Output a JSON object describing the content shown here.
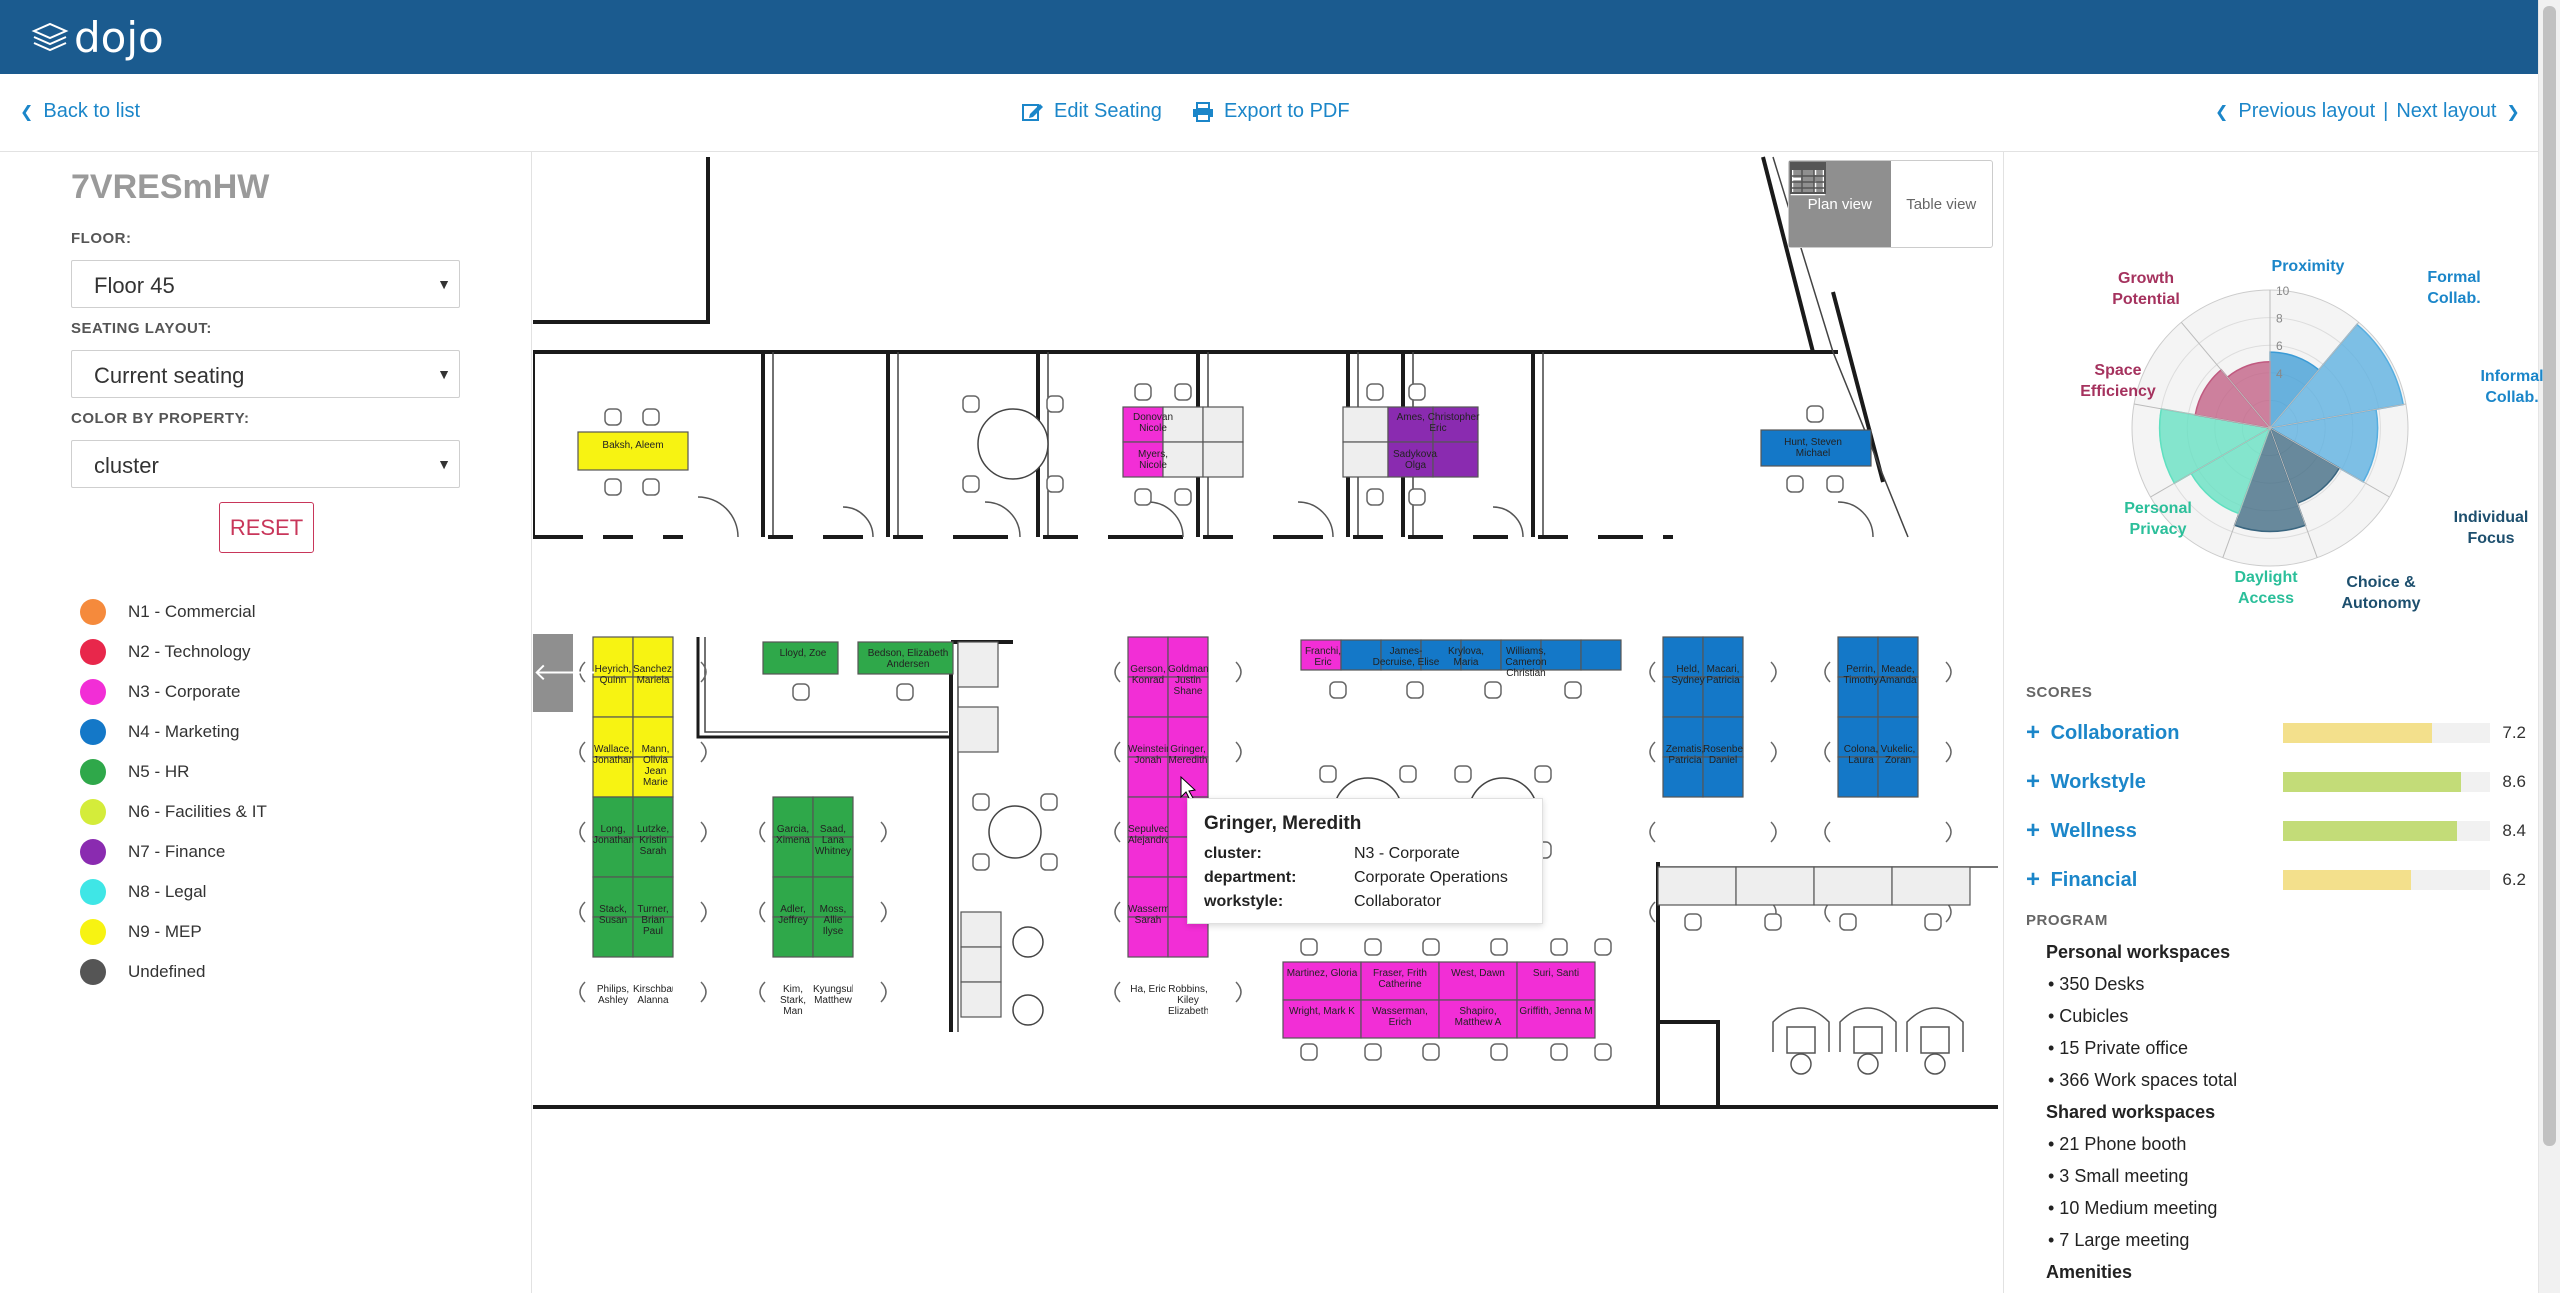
{
  "app": {
    "logo": "dojo"
  },
  "subnav": {
    "back": "Back to list",
    "edit_seating": "Edit Seating",
    "export_pdf": "Export to PDF",
    "previous": "Previous layout",
    "separator": "|",
    "next": "Next layout"
  },
  "left": {
    "layout_name": "7VRESmHW",
    "floor_label": "FLOOR:",
    "floor_value": "Floor 45",
    "seating_label": "SEATING LAYOUT:",
    "seating_value": "Current seating",
    "color_label": "COLOR BY PROPERTY:",
    "color_value": "cluster",
    "reset": "RESET",
    "legend": [
      {
        "label": "N1 - Commercial",
        "color": "#f58a3c"
      },
      {
        "label": "N2 - Technology",
        "color": "#e8274b"
      },
      {
        "label": "N3 - Corporate",
        "color": "#f22ed6"
      },
      {
        "label": "N4 - Marketing",
        "color": "#1478c8"
      },
      {
        "label": "N5 - HR",
        "color": "#2fa84a"
      },
      {
        "label": "N6 - Facilities & IT",
        "color": "#d4ec3a"
      },
      {
        "label": "N7 - Finance",
        "color": "#8a2bb0"
      },
      {
        "label": "N8 - Legal",
        "color": "#3fe6e6"
      },
      {
        "label": "N9 - MEP",
        "color": "#f7f312"
      },
      {
        "label": "Undefined",
        "color": "#555555"
      }
    ]
  },
  "view": {
    "plan": "Plan view",
    "table": "Table view",
    "collapse_icon": "arrow-left-icon"
  },
  "seats": [
    {
      "text": "Baksh, Aleem"
    },
    {
      "text": "Donovan, Nicole"
    },
    {
      "text": "Myers, Nicole"
    },
    {
      "text": "Ames, Christopher Eric"
    },
    {
      "text": "Sadykova, Olga"
    },
    {
      "text": "Hunt, Steven Michael"
    },
    {
      "text": "Heyrich, Quinn"
    },
    {
      "text": "Sanchez, Mariela"
    },
    {
      "text": "Wallace, Jonathan"
    },
    {
      "text": "Mann, Olivia Jean Marie"
    },
    {
      "text": "Long, Jonathan"
    },
    {
      "text": "Lutzke, Kristin Sarah"
    },
    {
      "text": "Stack, Susan"
    },
    {
      "text": "Turner, Brian Paul"
    },
    {
      "text": "Philips, Ashley"
    },
    {
      "text": "Kirschbaum, Alanna"
    },
    {
      "text": "Lloyd, Zoe"
    },
    {
      "text": "Bedson, Elizabeth Andersen"
    },
    {
      "text": "Garcia, Ximena"
    },
    {
      "text": "Saad, Lana Whitney"
    },
    {
      "text": "Adler, Jeffrey"
    },
    {
      "text": "Moss, Allie Ilyse"
    },
    {
      "text": "Kim, Stark, Man"
    },
    {
      "text": "Kyungsuk, Matthew"
    },
    {
      "text": "Gerson, Konrad"
    },
    {
      "text": "Goldman, Justin Shane"
    },
    {
      "text": "Weinstein, Jonah"
    },
    {
      "text": "Gringer, Meredith"
    },
    {
      "text": "Sepulveda, Alejandro"
    },
    {
      "text": "Wasserman, Sarah"
    },
    {
      "text": "Ha, Eric"
    },
    {
      "text": "Robbins, Kiley Elizabeth"
    },
    {
      "text": "Franchi, Eric"
    },
    {
      "text": "James-Decruise, Elise"
    },
    {
      "text": "Krylova, Maria"
    },
    {
      "text": "Williams, Cameron Christian"
    },
    {
      "text": "Held, Sydney"
    },
    {
      "text": "Macari, Patricia"
    },
    {
      "text": "Perrin, Timothy"
    },
    {
      "text": "Meade, Amanda"
    },
    {
      "text": "Zematis, Patricia"
    },
    {
      "text": "Rosenberg, Daniel"
    },
    {
      "text": "Colona, Laura"
    },
    {
      "text": "Vukelic, Zoran"
    },
    {
      "text": "Martinez, Gloria"
    },
    {
      "text": "Fraser, Frith Catherine"
    },
    {
      "text": "West, Dawn"
    },
    {
      "text": "Suri, Santi"
    },
    {
      "text": "Wright, Mark K"
    },
    {
      "text": "Wasserman, Erich"
    },
    {
      "text": "Shapiro, Matthew A"
    },
    {
      "text": "Griffith, Jenna M"
    }
  ],
  "tooltip": {
    "name": "Gringer, Meredith",
    "rows": [
      {
        "key": "cluster:",
        "value": "N3 - Corporate"
      },
      {
        "key": "department:",
        "value": "Corporate Operations"
      },
      {
        "key": "workstyle:",
        "value": "Collaborator"
      }
    ]
  },
  "radar": {
    "ticks": [
      "10",
      "8",
      "6",
      "4"
    ],
    "labels": [
      {
        "text": "Proximity",
        "color": "#1b86c9"
      },
      {
        "text": "Formal Collab.",
        "color": "#1b86c9"
      },
      {
        "text": "Informal Collab.",
        "color": "#1b86c9"
      },
      {
        "text": "Individual Focus",
        "color": "#1d4f6e"
      },
      {
        "text": "Choice & Autonomy",
        "color": "#1d4f6e"
      },
      {
        "text": "Daylight Access",
        "color": "#2bbf9a"
      },
      {
        "text": "Personal Privacy",
        "color": "#2bbf9a"
      },
      {
        "text": "Space Efficiency",
        "color": "#a5325e"
      },
      {
        "text": "Growth Potential",
        "color": "#a5325e"
      }
    ]
  },
  "scores": {
    "title": "SCORES",
    "items": [
      {
        "name": "Collaboration",
        "value": "7.2",
        "pct": 0.72,
        "color": "#f3e08c"
      },
      {
        "name": "Workstyle",
        "value": "8.6",
        "pct": 0.86,
        "color": "#c3dc78"
      },
      {
        "name": "Wellness",
        "value": "8.4",
        "pct": 0.84,
        "color": "#c3dc78"
      },
      {
        "name": "Financial",
        "value": "6.2",
        "pct": 0.62,
        "color": "#f3e08c"
      }
    ]
  },
  "program": {
    "title": "PROGRAM",
    "personal_title": "Personal workspaces",
    "personal": [
      "• 350 Desks",
      "•  Cubicles",
      "• 15 Private office",
      "• 366 Work spaces total"
    ],
    "shared_title": "Shared workspaces",
    "shared": [
      "• 21 Phone booth",
      "• 3 Small meeting",
      "• 10 Medium meeting",
      "• 7 Large meeting"
    ],
    "amenities_title": "Amenities"
  }
}
